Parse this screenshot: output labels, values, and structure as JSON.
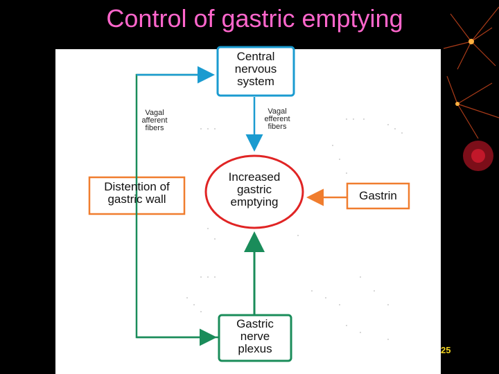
{
  "slide": {
    "title": "Control of gastric emptying",
    "page_number": "25"
  },
  "diagram": {
    "nodes": {
      "cns": "Central nervous system",
      "distention": "Distention of gastric wall",
      "increased": "Increased gastric emptying",
      "gastrin": "Gastrin",
      "plexus": "Gastric nerve plexus"
    },
    "labels": {
      "vagal_afferent": "Vagal afferent fibers",
      "vagal_efferent": "Vagal efferent fibers"
    },
    "colors": {
      "teal": "#1a9bd0",
      "orange": "#f07d2e",
      "red": "#e02424",
      "green": "#1a8c5a",
      "title": "#ff66cc",
      "page_number": "#f0d21e"
    }
  }
}
